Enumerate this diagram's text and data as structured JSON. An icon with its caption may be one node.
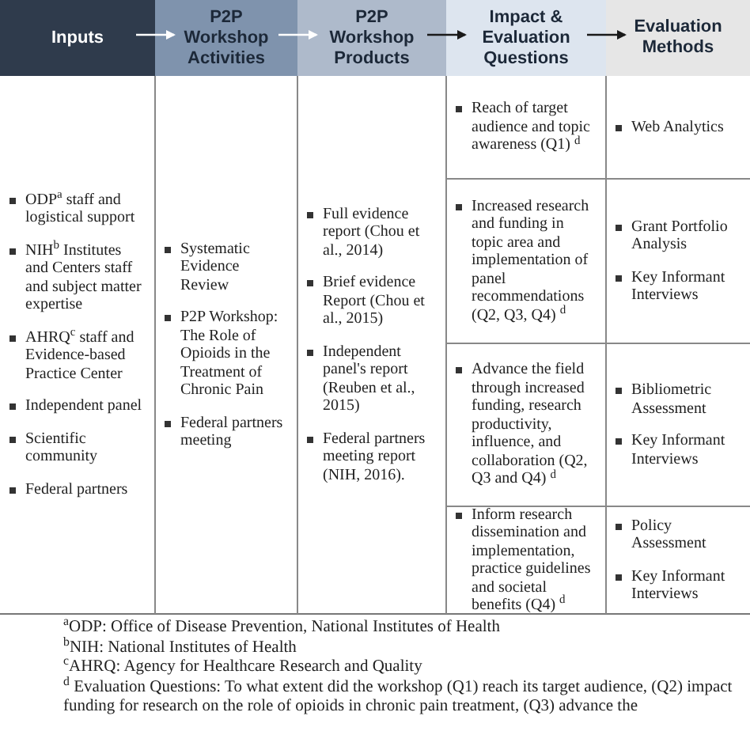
{
  "diagram": {
    "nodes": [
      {
        "text": [
          "Inputs"
        ]
      },
      {
        "text": [
          "P2P Workshop Activities"
        ]
      },
      {
        "text": [
          "P2P Workshop Products"
        ]
      },
      {
        "text": [
          "Impact & Evaluation Questions"
        ]
      },
      {
        "text": [
          "Evaluation Methods"
        ]
      },
      {
        "text": [
          "ODP$^{a}$ staff and logistical support",
          "NIH$^{b}$ Institutes and Centers staff and subject matter expertise",
          "AHRQ$^{c}$ staff and Evidence-based Practice Center",
          "Independent panel",
          "Scientific community",
          "Federal partners"
        ]
      },
      {
        "text": [
          "Systematic Evidence Review",
          "P2P Workshop: The Role of Opioids in the Treatment of Chronic Pain",
          "Federal partners meeting"
        ]
      },
      {
        "text": [
          "Full evidence report (Chou et al., 2014)",
          "Brief evidence Report (Chou et al., 2015)",
          "Independent panel's report (Reuben et al., 2015)",
          "Federal partners meeting report (NIH, 2016)."
        ]
      },
      {
        "text": [
          "Reach of target audience and topic awareness (Q1) $^{d}$"
        ]
      },
      {
        "text": [
          "Increased research and funding in topic area and implementation of panel recommendations (Q2, Q3, Q4) $^{d}$"
        ]
      },
      {
        "text": [
          "Advance the field through increased funding, research productivity, influence, and collaboration (Q2, Q3 and Q4) $^{d}$"
        ]
      },
      {
        "text": [
          "Inform research dissemination and implementation, practice guidelines and societal benefits (Q4) $^{d}$"
        ]
      },
      {
        "text": [
          "Web Analytics"
        ]
      },
      {
        "text": [
          "Grant Portfolio Analysis",
          "Key Informant Interviews"
        ]
      },
      {
        "text": [
          "Bibliometric Assessment",
          "Key Informant Interviews"
        ]
      },
      {
        "text": [
          "Policy Assessment",
          "Key Informant Interviews"
        ]
      }
    ],
    "edges": [
      {
        "from": 0,
        "to": 1,
        "arrow": "to",
        "color": "#ffffff"
      },
      {
        "from": 1,
        "to": 2,
        "arrow": "to",
        "color": "#ffffff"
      },
      {
        "from": 2,
        "to": 3,
        "arrow": "to",
        "color": "#1a1a1a"
      },
      {
        "from": 3,
        "to": 4,
        "arrow": "to",
        "color": "#1a1a1a"
      }
    ],
    "labels": [
      "$^{a}$ODP: Office of Disease Prevention, National Institutes of Health",
      "$^{b}$NIH: National Institutes of Health",
      "$^{c}$AHRQ: Agency for Healthcare Research and Quality",
      "$^{d}$ Evaluation Questions: To what extent did the workshop (Q1) reach its target audience, (Q2) impact funding for research on the role of opioids in chronic pain treatment, (Q3) advance the"
    ]
  }
}
